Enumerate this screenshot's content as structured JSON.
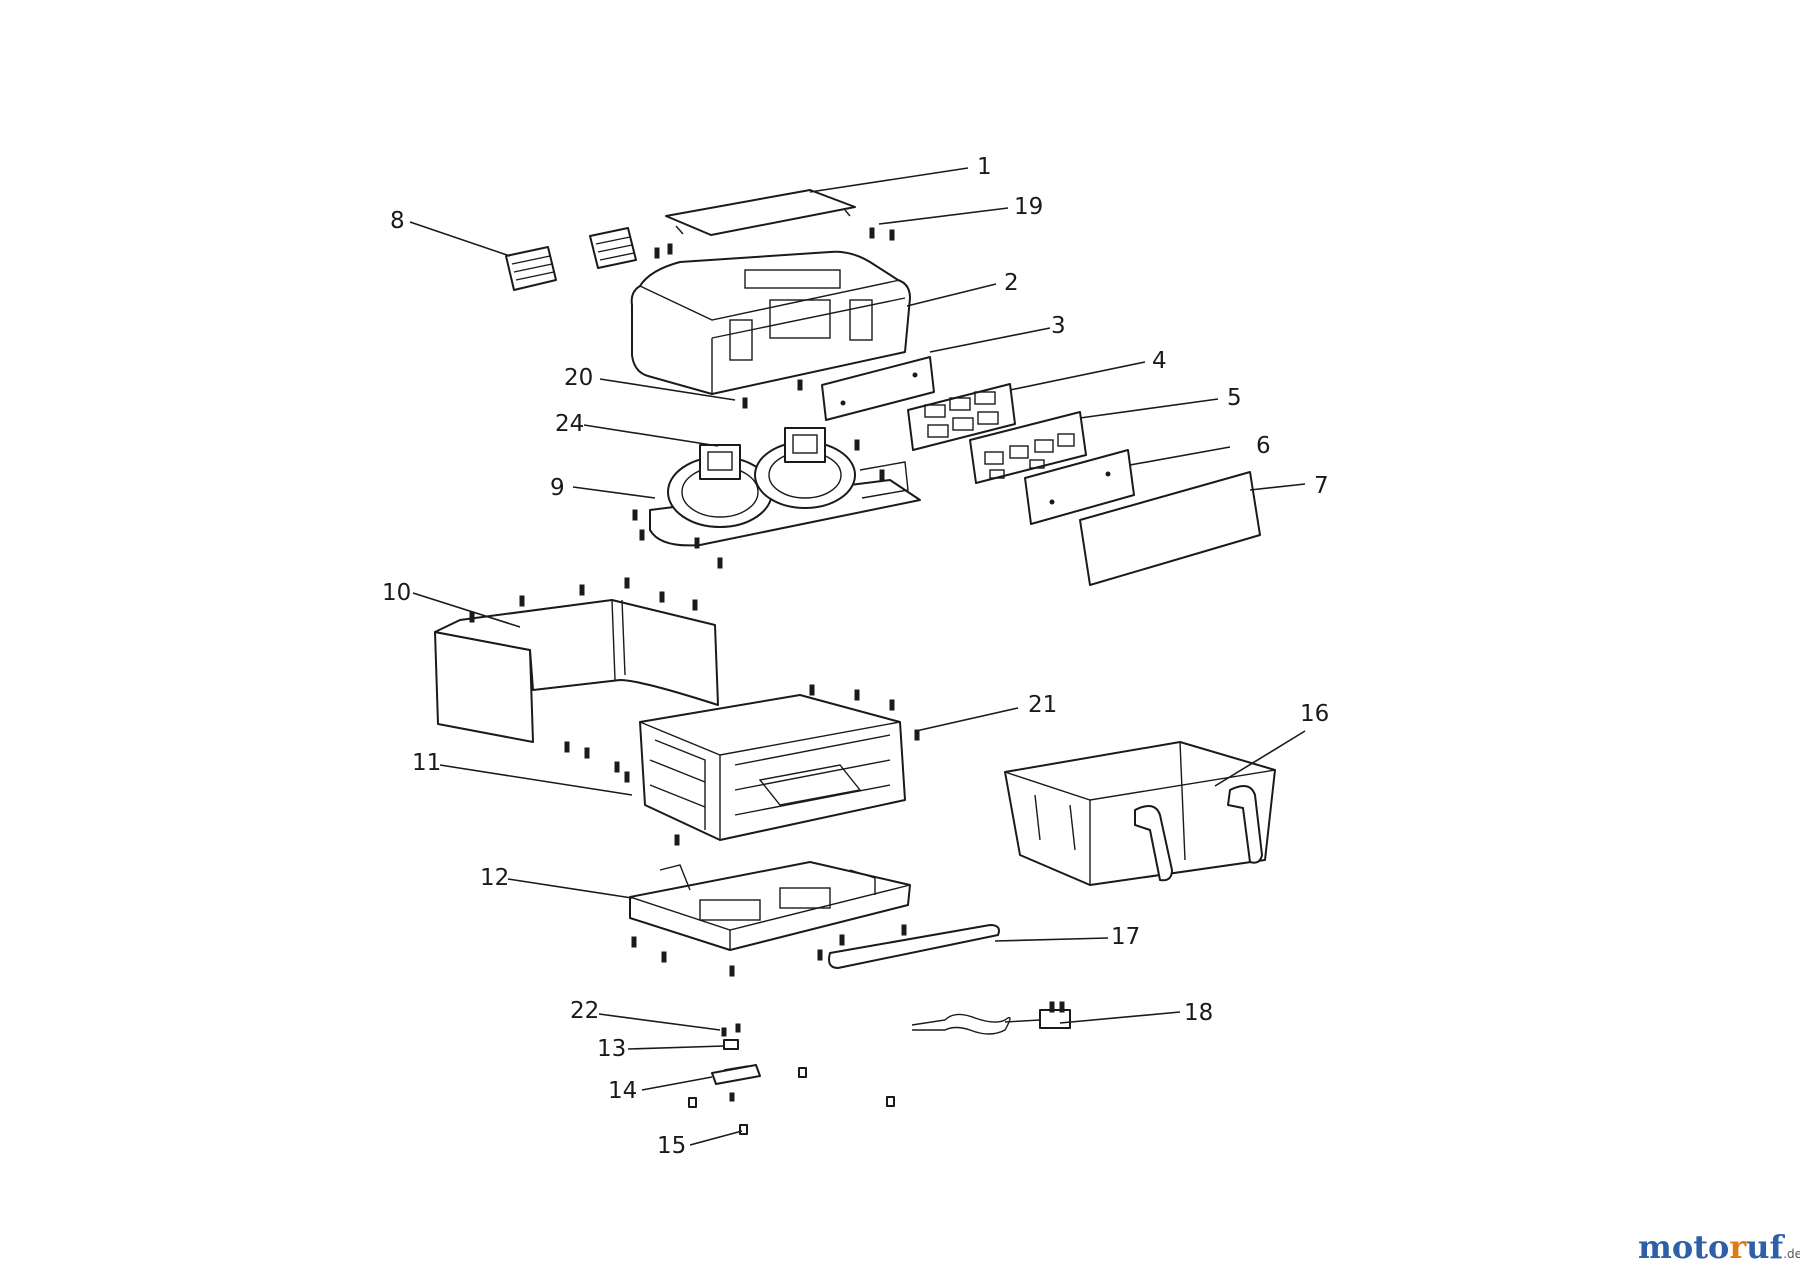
{
  "callouts": [
    "1",
    "2",
    "3",
    "4",
    "5",
    "6",
    "7",
    "8",
    "9",
    "10",
    "11",
    "12",
    "13",
    "14",
    "15",
    "16",
    "17",
    "18",
    "19",
    "20",
    "21",
    "22",
    "24"
  ],
  "brand": {
    "part1": "moto",
    "part2": "r",
    "part3": "uf",
    "tld": ".de"
  },
  "colors": {
    "line": "#1a1a1a",
    "background": "#ffffff",
    "brand_blue": "#2f5fa8",
    "brand_orange": "#e07a12"
  }
}
